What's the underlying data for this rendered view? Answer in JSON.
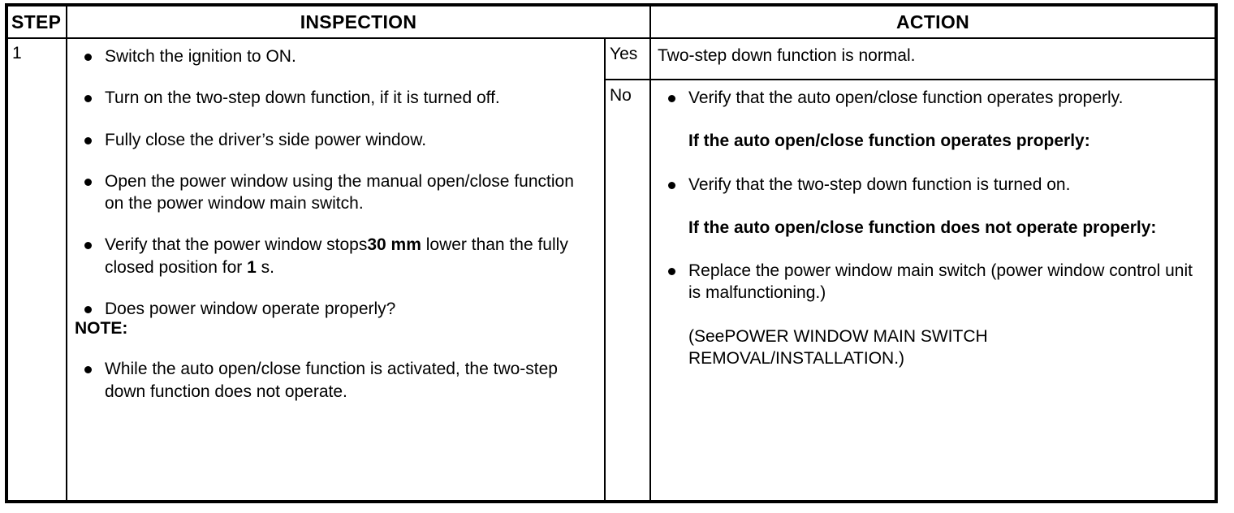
{
  "table": {
    "headers": {
      "step": "STEP",
      "inspection": "INSPECTION",
      "action": "ACTION"
    },
    "step_number": "1",
    "inspection": {
      "bullets": [
        "Switch the ignition to ON.",
        "Turn on the two-step down function, if it is turned off.",
        "Fully close the driver’s side power window.",
        "Open the power window using the manual open/close function on the power window main switch.",
        "Does power window operate properly?"
      ],
      "measure_bullet": {
        "prefix": "Verify that the power window stops",
        "bold_value": "30 mm",
        "middle": " lower than the fully closed position for ",
        "bold_time": "1",
        "suffix": " s."
      },
      "note_label": "NOTE:",
      "note_bullets": [
        "While the auto open/close function is activated, the two-step down function does not operate."
      ]
    },
    "branches": {
      "yes": {
        "label": "Yes",
        "action": "Two-step down function is normal."
      },
      "no": {
        "label": "No",
        "items": [
          {
            "kind": "bullet",
            "text": "Verify that the auto open/close function operates properly."
          },
          {
            "kind": "subhead",
            "text": "If the auto open/close function operates properly:"
          },
          {
            "kind": "bullet",
            "text": "Verify that the two-step down function is turned on."
          },
          {
            "kind": "subhead",
            "text": "If the auto open/close function does not operate properly:"
          },
          {
            "kind": "bullet",
            "text": "Replace the power window main switch (power window control unit is malfunctioning.)"
          },
          {
            "kind": "plain",
            "text": "(SeePOWER WINDOW MAIN SWITCH REMOVAL/INSTALLATION.)"
          }
        ]
      }
    }
  },
  "colors": {
    "border": "#000000",
    "text": "#000000",
    "background": "#ffffff"
  }
}
